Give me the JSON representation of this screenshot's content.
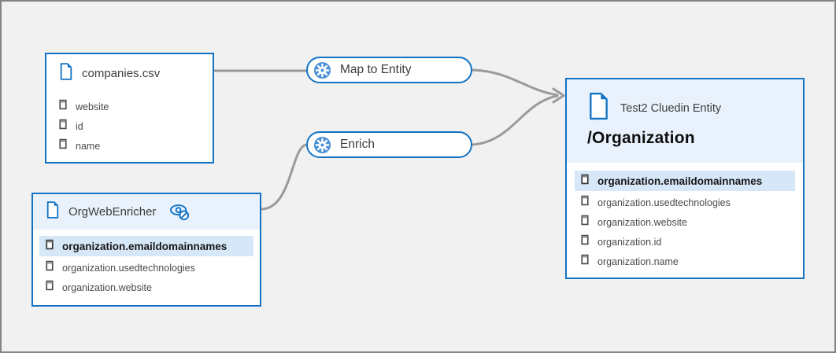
{
  "colors": {
    "accent_blue": "#1272c4",
    "gear_blue": "#4a8fd8",
    "header_bg": "#e9f2fc",
    "highlight_bg": "#d6e8f8",
    "connector_gray": "#9a9a9a",
    "canvas_bg": "#f1f1f2"
  },
  "nodes": {
    "source": {
      "title": "companies.csv",
      "fields": [
        {
          "label": "website"
        },
        {
          "label": "id"
        },
        {
          "label": "name"
        }
      ]
    },
    "map_step": {
      "label": "Map to Entity"
    },
    "enrich_step": {
      "label": "Enrich"
    },
    "enricher": {
      "title": "OrgWebEnricher",
      "fields": [
        {
          "label": "organization.emaildomainnames",
          "highlighted": true
        },
        {
          "label": "organization.usedtechnologies"
        },
        {
          "label": "organization.website"
        }
      ]
    },
    "entity": {
      "subtitle": "Test2 Cluedin Entity",
      "title": "/Organization",
      "fields": [
        {
          "label": "organization.emaildomainnames",
          "highlighted": true
        },
        {
          "label": "organization.usedtechnologies"
        },
        {
          "label": "organization.website"
        },
        {
          "label": "organization.id"
        },
        {
          "label": "organization.name"
        }
      ]
    }
  },
  "connections": [
    {
      "from": "companies.csv",
      "to": "Map to Entity"
    },
    {
      "from": "Map to Entity",
      "to": "/Organization"
    },
    {
      "from": "OrgWebEnricher",
      "to": "Enrich"
    },
    {
      "from": "Enrich",
      "to": "/Organization"
    }
  ]
}
